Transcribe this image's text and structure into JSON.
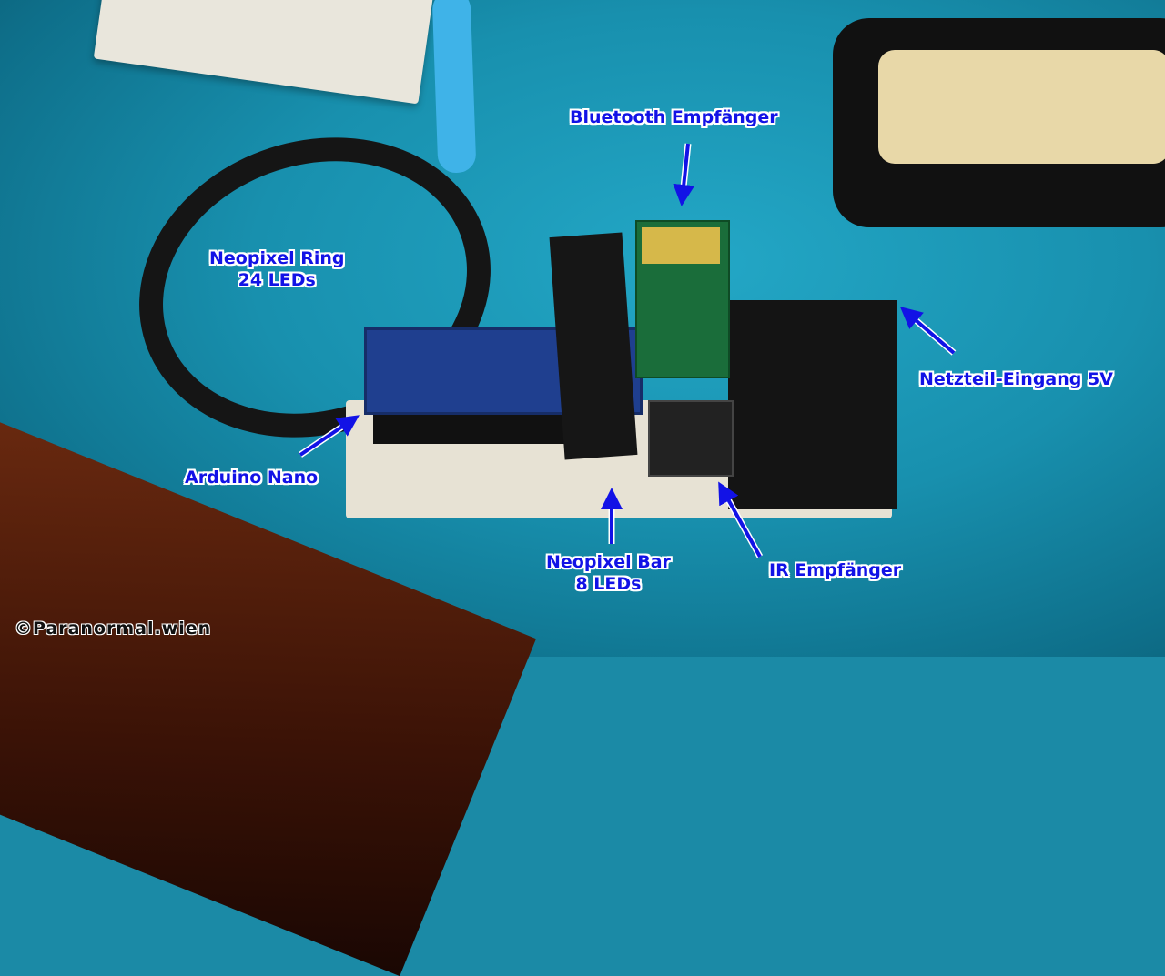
{
  "labels": {
    "bluetooth": "Bluetooth Empfänger",
    "ring_line1": "Neopixel Ring",
    "ring_line2": "24 LEDs",
    "psu": "Netzteil-Eingang 5V",
    "nano": "Arduino Nano",
    "bar_line1": "Neopixel Bar",
    "bar_line2": "8 LEDs",
    "ir": "IR Empfänger"
  },
  "watermark": "©Paranormal.wien",
  "colors": {
    "label": "#1212e6",
    "arrow": "#1212e6",
    "outline": "#ffffff"
  }
}
